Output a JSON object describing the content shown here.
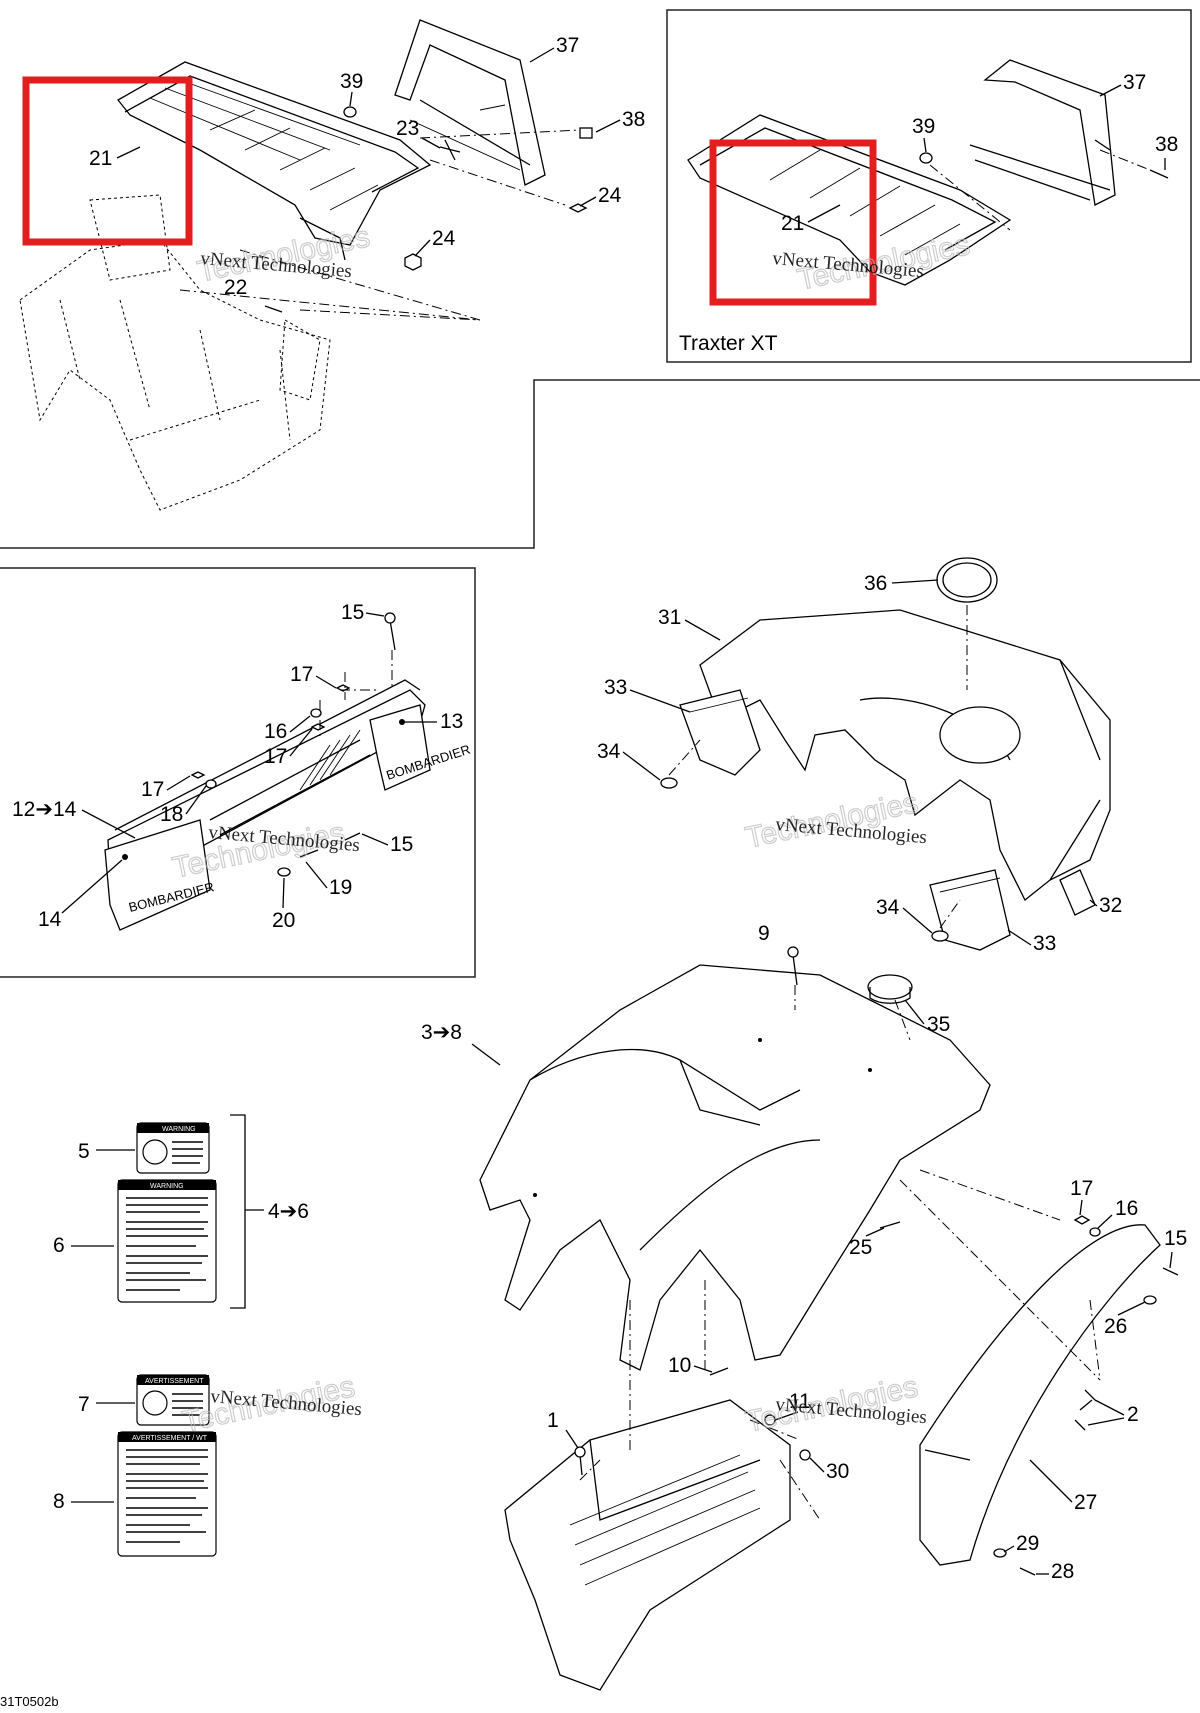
{
  "diagram": {
    "inset_caption": "Traxter XT",
    "reference_code": "31T0502b",
    "watermark_text": "vNext Technologies",
    "watermark_ghost": "Technologies",
    "highlight_color": "#e41e1e",
    "labels": {
      "rack_main_21": "21",
      "rack_main_22": "22",
      "rack_main_23": "23",
      "rack_main_24a": "24",
      "rack_main_24b": "24",
      "rack_main_37": "37",
      "rack_main_38": "38",
      "rack_main_39": "39",
      "rack_xt_21": "21",
      "rack_xt_37": "37",
      "rack_xt_38": "38",
      "rack_xt_39": "39",
      "bumper_15a": "15",
      "bumper_15b": "15",
      "bumper_17a": "17",
      "bumper_16": "16",
      "bumper_17b": "17",
      "bumper_17c": "17",
      "bumper_18": "18",
      "bumper_13": "13",
      "bumper_12_14": "12➔14",
      "bumper_14": "14",
      "bumper_19": "19",
      "bumper_20": "20",
      "cover_36": "36",
      "cover_31": "31",
      "cover_33a": "33",
      "cover_34a": "34",
      "cover_34b": "34",
      "cover_33b": "33",
      "cover_32": "32",
      "fender_9": "9",
      "fender_35": "35",
      "fender_3_8": "3➔8",
      "fender_17": "17",
      "fender_16": "16",
      "fender_15": "15",
      "fender_25": "25",
      "fender_26": "26",
      "fender_10": "10",
      "fender_11": "11",
      "fender_2": "2",
      "fender_1": "1",
      "fender_30": "30",
      "fender_27": "27",
      "fender_29": "29",
      "fender_28": "28",
      "decal_5": "5",
      "decal_6": "6",
      "decal_4_6": "4➔6",
      "decal_7": "7",
      "decal_8": "8"
    },
    "decal_headers": {
      "warning_small": "WARNING",
      "warning_large": "WARNING",
      "avertissement_small": "AVERTISSEMENT",
      "avertissement_large": "AVERTISSEMENT / WT"
    },
    "bumper_brand": "BOMBARDIER"
  }
}
